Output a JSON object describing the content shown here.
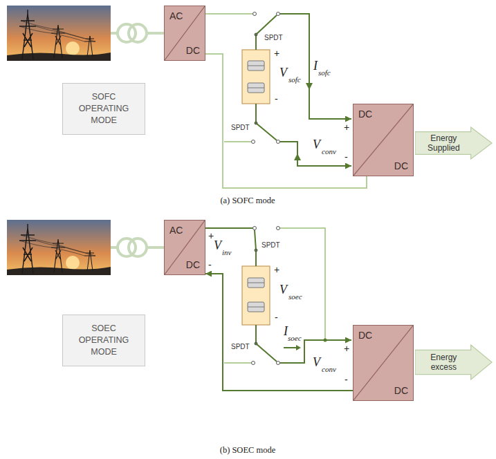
{
  "diagram": {
    "nodes": [
      {
        "text": [
          "AC",
          "DC"
        ]
      },
      {
        "text": [
          "SOFC OPERATING MODE"
        ]
      },
      {
        "text": [
          "DC",
          "DC"
        ]
      },
      {
        "text": [
          "Energy Supplied"
        ]
      },
      {
        "text": [
          "AC",
          "DC"
        ]
      },
      {
        "text": [
          "SOEC OPERATING MODE"
        ]
      },
      {
        "text": [
          "DC",
          "DC"
        ]
      },
      {
        "text": [
          "Energy excess"
        ]
      }
    ],
    "edges": [
      {
        "from": 0,
        "to": 2,
        "arrow": "none"
      },
      {
        "from": 6,
        "to": 4,
        "arrow": "to"
      }
    ],
    "labels": [
      "SPDT",
      "+",
      "V",
      "sofc",
      "-",
      "I",
      "sofc",
      "SPDT",
      "V",
      "conv",
      "+",
      "-",
      "(a) SOFC mode",
      "+",
      "V",
      "inv",
      "-",
      "SPDT",
      "+",
      "V",
      "soec",
      "-",
      "I",
      "soec",
      "SPDT",
      "V",
      "conv",
      "+",
      "-",
      "(b) SOEC mode"
    ]
  }
}
